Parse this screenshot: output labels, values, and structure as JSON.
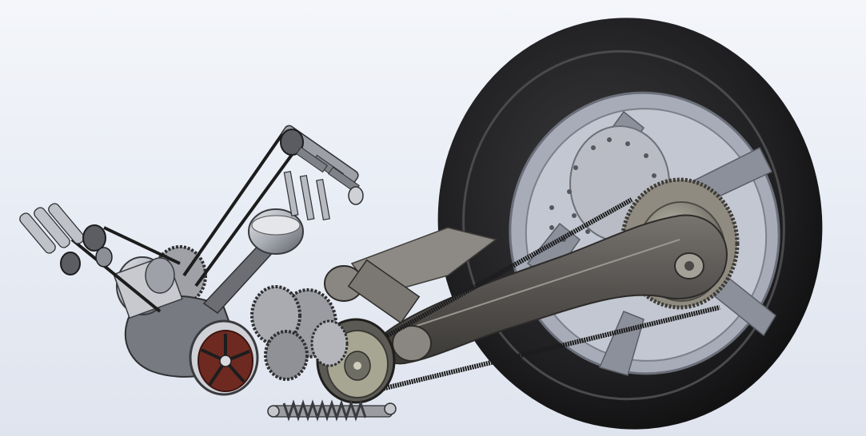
{
  "viewport": {
    "background_top": "#f4f6fa",
    "background_bottom": "#dfe4ee"
  },
  "model": {
    "components": [
      "rear-tire",
      "rear-wheel-rim",
      "brake-disc",
      "rear-sprocket",
      "swingarm",
      "drive-belt",
      "engine-cylinder",
      "piston",
      "connecting-rod",
      "crankshaft-gears",
      "clutch-pulley",
      "flywheel",
      "timing-belt",
      "camshaft-valvetrain",
      "intake-valves",
      "rear-shock-spring"
    ],
    "colors": {
      "tire": "#1c1c1e",
      "rim": "#9aa0ad",
      "metal_dark": "#3c3c3e",
      "metal_light": "#c9ccd2",
      "swingarm": "#55524f",
      "flywheel_accent": "#7a2e24"
    }
  }
}
